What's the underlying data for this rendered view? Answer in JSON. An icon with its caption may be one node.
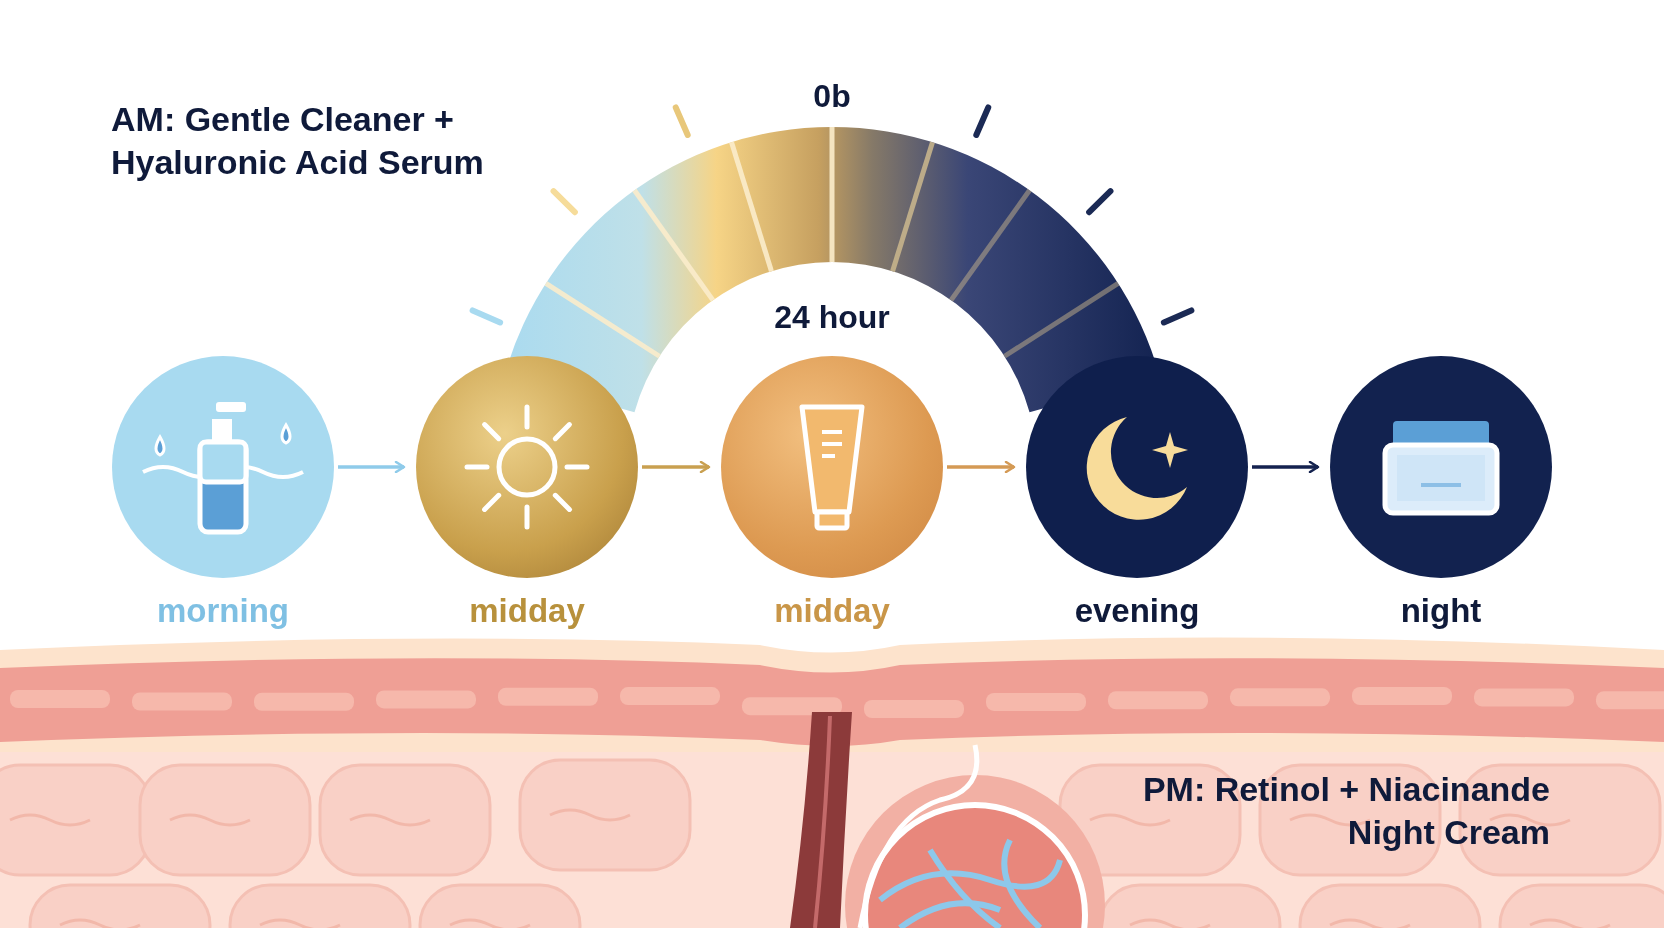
{
  "diagram": {
    "nodes": [
      {
        "text": [
          "morning"
        ]
      },
      {
        "text": [
          "midday"
        ]
      },
      {
        "text": [
          "midday"
        ]
      },
      {
        "text": [
          "evening"
        ]
      },
      {
        "text": [
          "night"
        ]
      }
    ],
    "edges": [
      {
        "from": 0,
        "to": 1,
        "arrow": "to",
        "color": "#8fcbea"
      },
      {
        "from": 1,
        "to": 2,
        "arrow": "to",
        "color": "#c9a050"
      },
      {
        "from": 2,
        "to": 3,
        "arrow": "to",
        "color": "#d49a55"
      },
      {
        "from": 3,
        "to": 4,
        "arrow": "to",
        "color": "#14224f"
      }
    ],
    "labels": [
      "AM: Gentle Cleaner + Hyaluronic Acid Serum",
      "0b",
      "24 hour",
      "PM: Retinol + Niacinande Night Cream"
    ]
  }
}
